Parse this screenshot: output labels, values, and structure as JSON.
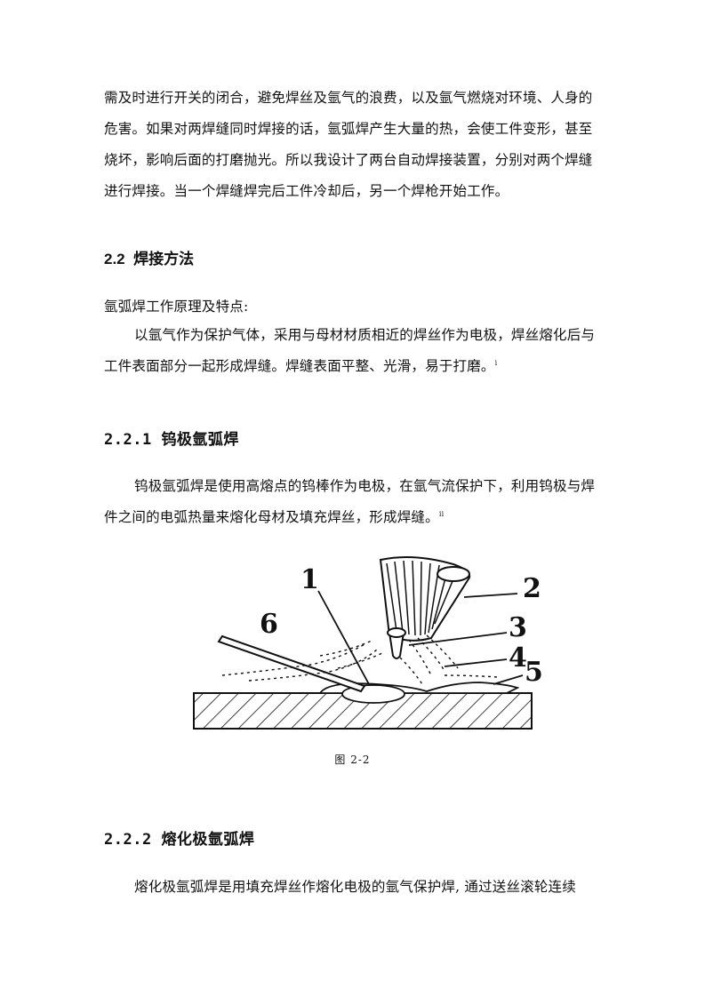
{
  "intro": {
    "text": "需及时进行开关的闭合，避免焊丝及氩气的浪费，以及氩气燃烧对环境、人身的危害。如果对两焊缝同时焊接的话，氩弧焊产生大量的热，会使工件变形，甚至烧坏，影响后面的打磨抛光。所以我设计了两台自动焊接装置，分别对两个焊缝进行焊接。当一个焊缝焊完后工件冷却后，另一个焊枪开始工作。"
  },
  "section_2_2": {
    "number": "2.2",
    "title": "焊接方法",
    "lead": "氩弧焊工作原理及特点:",
    "body": "以氩气作为保护气体，采用与母材材质相近的焊丝作为电极，焊丝熔化后与工件表面部分一起形成焊缝。焊缝表面平整、光滑，易于打磨。",
    "note": "i"
  },
  "section_2_2_1": {
    "number": "2.2.1",
    "title": "钨极氩弧焊",
    "body": "钨极氩弧焊是使用高熔点的钨棒作为电极，在氩气流保护下，利用钨极与焊件之间的电弧热量来熔化母材及填充焊丝，形成焊缝。",
    "note": "ii"
  },
  "figure": {
    "labels": [
      "1",
      "2",
      "3",
      "4",
      "5",
      "6"
    ],
    "caption": "图  2-2"
  },
  "section_2_2_2": {
    "number": "2.2.2",
    "title": "熔化极氩弧焊",
    "body": "熔化极氩弧焊是用填充焊丝作熔化电极的氩气保护焊, 通过送丝滚轮连续"
  }
}
